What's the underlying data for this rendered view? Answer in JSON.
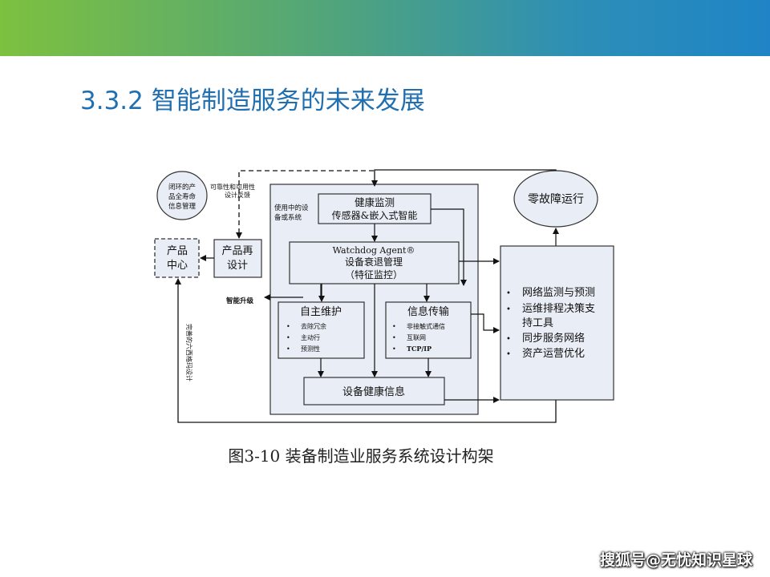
{
  "slide": {
    "title": "3.3.2  智能制造服务的未来发展",
    "caption": "图3-10 装备制造业服务系统设计构架",
    "watermark": "搜狐号@无忧知识星球"
  },
  "diagram": {
    "closed_loop_circle": [
      "闭环的产",
      "品全寿命",
      "信息管理"
    ],
    "feedback_label": [
      "可靠性和可用性",
      "设计反馈"
    ],
    "product_center": [
      "产品",
      "中心"
    ],
    "redesign": [
      "产品再",
      "设计"
    ],
    "smart_upgrade": "智能升级",
    "vertical_label": "完善的六西格玛设计",
    "in_use_label": [
      "使用中的设",
      "备或系统"
    ],
    "health_monitor": [
      "健康监测",
      "传感器&嵌入式智能"
    ],
    "watchdog": [
      "Watchdog Agent®",
      "设备衰退管理",
      "（特征监控）"
    ],
    "self_maintenance": {
      "title": "自主维护",
      "items": [
        "去除冗余",
        "主动行",
        "预测性"
      ]
    },
    "info_transfer": {
      "title": "信息传输",
      "items": [
        "非接触式通信",
        "互联网",
        "TCP/IP"
      ]
    },
    "equipment_health": "设备健康信息",
    "zero_fault": "零故障运行",
    "right_panel_items": [
      "网络监测与预测",
      "运维排程决策支",
      "持工具",
      "同步服务网络",
      "资产运营优化"
    ]
  }
}
